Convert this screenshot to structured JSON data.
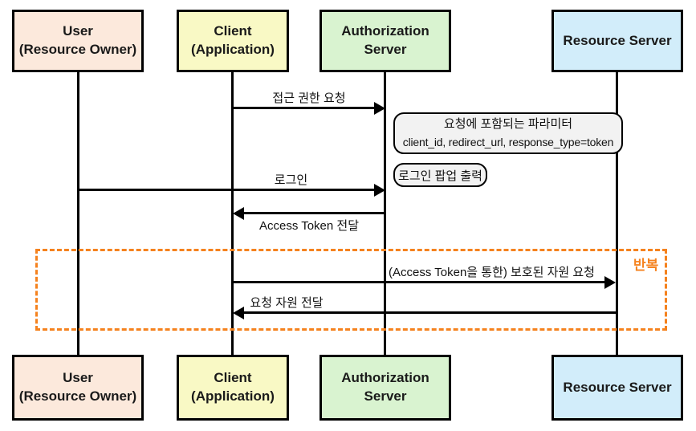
{
  "diagram": {
    "actors": [
      {
        "id": "user",
        "label": "User\n(Resource Owner)",
        "fill": "#FCE9DC"
      },
      {
        "id": "client",
        "label": "Client\n(Application)",
        "fill": "#F9F9C5"
      },
      {
        "id": "auth_server",
        "label": "Authorization Server",
        "fill": "#D9F3D0"
      },
      {
        "id": "resource_server",
        "label": "Resource Server",
        "fill": "#D2EDFA"
      }
    ],
    "messages": [
      {
        "label": "접근 권한 요청",
        "from": "client",
        "to": "auth_server",
        "direction": "right"
      },
      {
        "label": "로그인",
        "from": "user",
        "to": "auth_server",
        "direction": "right"
      },
      {
        "label": "Access Token 전달",
        "from": "auth_server",
        "to": "client",
        "direction": "left"
      },
      {
        "label": "(Access Token을 통한) 보호된 자원 요청",
        "from": "client",
        "to": "resource_server",
        "direction": "right"
      },
      {
        "label": "요청 자원 전달",
        "from": "resource_server",
        "to": "client",
        "direction": "left"
      }
    ],
    "notes": [
      {
        "line1": "요청에 포함되는 파라미터",
        "line2": "client_id, redirect_url, response_type=token",
        "fill": "#F2F2F2"
      },
      {
        "line1": "로그인 팝업 출력",
        "fill": "#F2F2F2"
      }
    ],
    "loop": {
      "label": "반복",
      "color": "#F5821E"
    }
  }
}
